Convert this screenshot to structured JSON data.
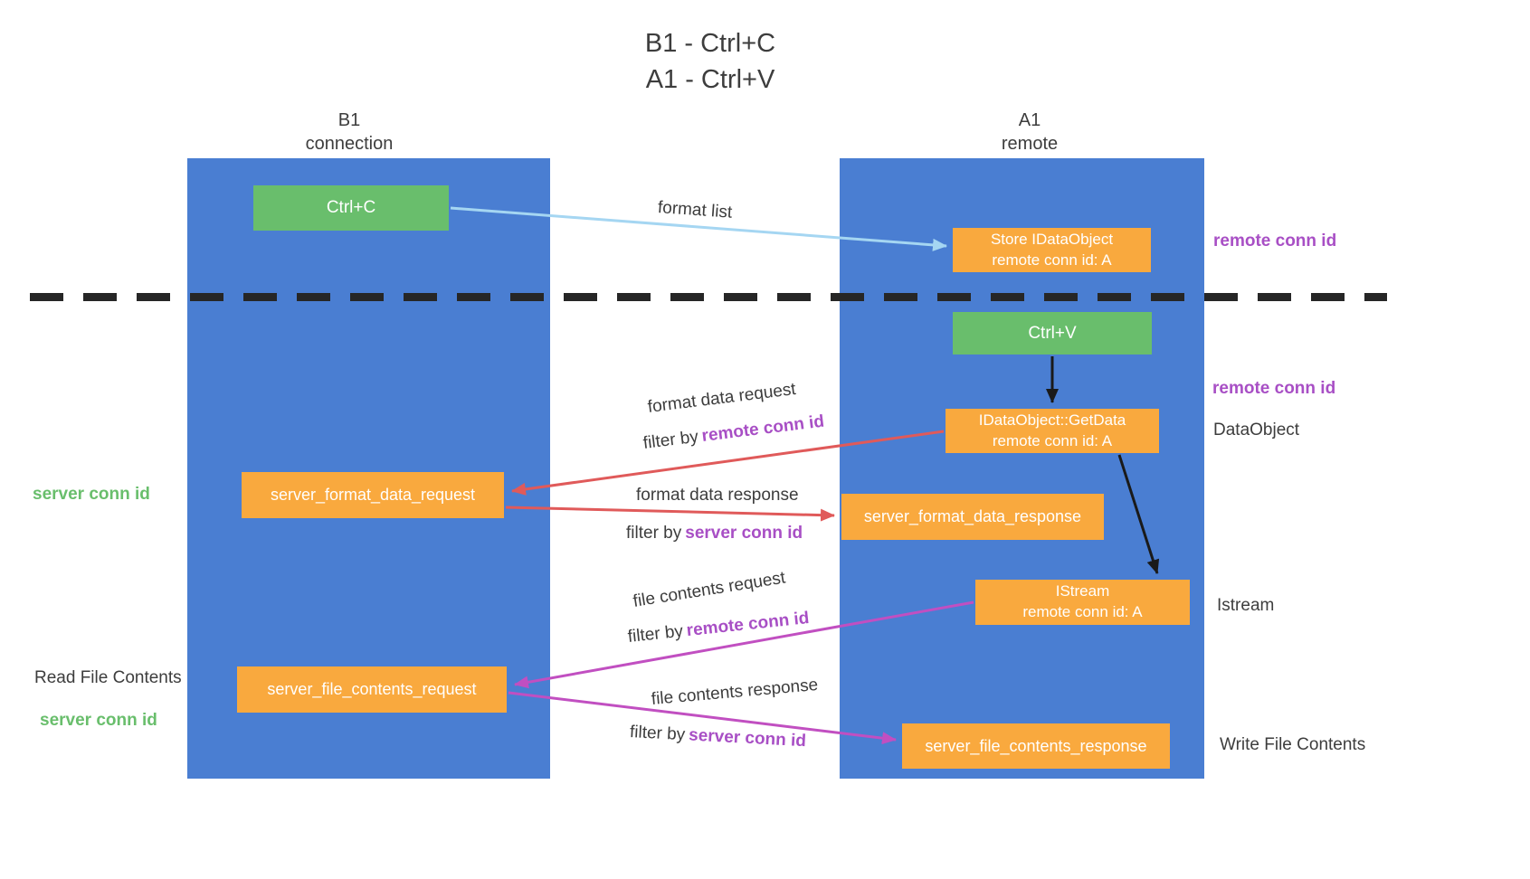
{
  "title": {
    "line1": "B1 - Ctrl+C",
    "line2": "A1 - Ctrl+V"
  },
  "lanes": {
    "left": {
      "name": "B1",
      "role": "connection"
    },
    "right": {
      "name": "A1",
      "role": "remote"
    }
  },
  "nodes": {
    "ctrl_c": {
      "label": "Ctrl+C"
    },
    "store_idataobject": {
      "title": "Store IDataObject",
      "subtitle": "remote conn id: A"
    },
    "ctrl_v": {
      "label": "Ctrl+V"
    },
    "getdata": {
      "title": "IDataObject::GetData",
      "subtitle": "remote conn id: A"
    },
    "istream": {
      "title": "IStream",
      "subtitle": "remote conn id: A"
    },
    "server_format_data_request": {
      "label": "server_format_data_request"
    },
    "server_format_data_response": {
      "label": "server_format_data_response"
    },
    "server_file_contents_request": {
      "label": "server_file_contents_request"
    },
    "server_file_contents_response": {
      "label": "server_file_contents_response"
    }
  },
  "side_labels": {
    "remote_conn_id_top": "remote conn id",
    "remote_conn_id_mid": "remote conn id",
    "dataobject": "DataObject",
    "istream": "Istream",
    "write_file_contents": "Write File Contents",
    "server_conn_id_top": "server conn id",
    "read_file_contents": "Read File Contents",
    "server_conn_id_bottom": "server conn id"
  },
  "arrows": {
    "format_list": {
      "label": "format list"
    },
    "format_data_request": {
      "label": "format data request",
      "filter_prefix": "filter by",
      "filter_value": "remote conn id"
    },
    "format_data_response": {
      "label": "format data response",
      "filter_prefix": "filter by",
      "filter_value": "server conn id"
    },
    "file_contents_request": {
      "label": "file contents request",
      "filter_prefix": "filter by",
      "filter_value": "remote conn id"
    },
    "file_contents_response": {
      "label": "file contents response",
      "filter_prefix": "filter by",
      "filter_value": "server conn id"
    }
  },
  "colors": {
    "lane_blue": "#4A7ED2",
    "node_green": "#69BE6C",
    "node_orange": "#F9A93E",
    "arrow_red": "#E05A5A",
    "arrow_magenta": "#C14FC1",
    "arrow_blue": "#A5D6F2",
    "arrow_black": "#1a1a1a",
    "text_purple": "#A84FC5",
    "text_green": "#69BE6C",
    "divider_black": "#262626"
  }
}
